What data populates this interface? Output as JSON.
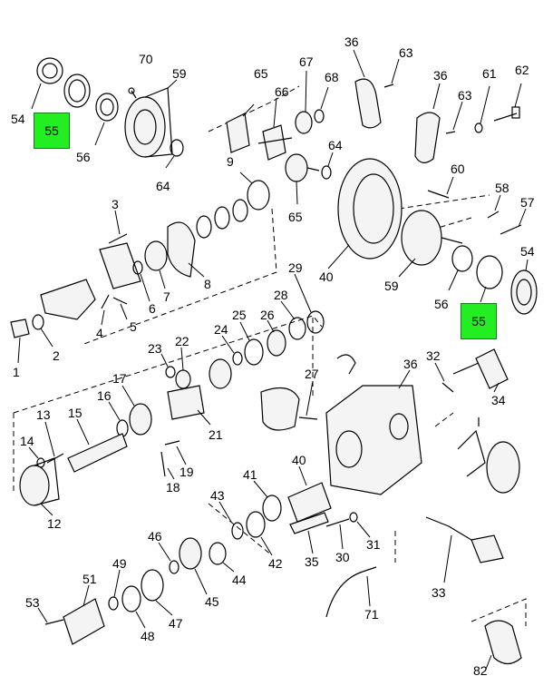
{
  "diagram": {
    "highlight_color": "#22ee22",
    "labels": [
      {
        "id": "l54a",
        "text": "54"
      },
      {
        "id": "l55a",
        "text": "55"
      },
      {
        "id": "l56a",
        "text": "56"
      },
      {
        "id": "l70",
        "text": "70"
      },
      {
        "id": "l59a",
        "text": "59"
      },
      {
        "id": "l64a",
        "text": "64"
      },
      {
        "id": "l65a",
        "text": "65"
      },
      {
        "id": "l66",
        "text": "66"
      },
      {
        "id": "l67",
        "text": "67"
      },
      {
        "id": "l68",
        "text": "68"
      },
      {
        "id": "l36a",
        "text": "36"
      },
      {
        "id": "l63a",
        "text": "63"
      },
      {
        "id": "l36b",
        "text": "36"
      },
      {
        "id": "l61",
        "text": "61"
      },
      {
        "id": "l62",
        "text": "62"
      },
      {
        "id": "l63b",
        "text": "63"
      },
      {
        "id": "l9",
        "text": "9"
      },
      {
        "id": "l64b",
        "text": "64"
      },
      {
        "id": "l65b",
        "text": "65"
      },
      {
        "id": "l60",
        "text": "60"
      },
      {
        "id": "l58",
        "text": "58"
      },
      {
        "id": "l57",
        "text": "57"
      },
      {
        "id": "l3",
        "text": "3"
      },
      {
        "id": "l7",
        "text": "7"
      },
      {
        "id": "l8",
        "text": "8"
      },
      {
        "id": "l6",
        "text": "6"
      },
      {
        "id": "l5",
        "text": "5"
      },
      {
        "id": "l4",
        "text": "4"
      },
      {
        "id": "l1",
        "text": "1"
      },
      {
        "id": "l2",
        "text": "2"
      },
      {
        "id": "l40a",
        "text": "40"
      },
      {
        "id": "l59b",
        "text": "59"
      },
      {
        "id": "l56b",
        "text": "56"
      },
      {
        "id": "l54b",
        "text": "54"
      },
      {
        "id": "l55b",
        "text": "55"
      },
      {
        "id": "l29",
        "text": "29"
      },
      {
        "id": "l28",
        "text": "28"
      },
      {
        "id": "l25",
        "text": "25"
      },
      {
        "id": "l26",
        "text": "26"
      },
      {
        "id": "l24",
        "text": "24"
      },
      {
        "id": "l23",
        "text": "23"
      },
      {
        "id": "l22",
        "text": "22"
      },
      {
        "id": "l17",
        "text": "17"
      },
      {
        "id": "l16",
        "text": "16"
      },
      {
        "id": "l21",
        "text": "21"
      },
      {
        "id": "l27",
        "text": "27"
      },
      {
        "id": "l36c",
        "text": "36"
      },
      {
        "id": "l32",
        "text": "32"
      },
      {
        "id": "l34",
        "text": "34"
      },
      {
        "id": "l13",
        "text": "13"
      },
      {
        "id": "l15",
        "text": "15"
      },
      {
        "id": "l14",
        "text": "14"
      },
      {
        "id": "l19",
        "text": "19"
      },
      {
        "id": "l18",
        "text": "18"
      },
      {
        "id": "l12",
        "text": "12"
      },
      {
        "id": "l41",
        "text": "41"
      },
      {
        "id": "l40b",
        "text": "40"
      },
      {
        "id": "l43",
        "text": "43"
      },
      {
        "id": "l42",
        "text": "42"
      },
      {
        "id": "l35",
        "text": "35"
      },
      {
        "id": "l30",
        "text": "30"
      },
      {
        "id": "l31",
        "text": "31"
      },
      {
        "id": "l46",
        "text": "46"
      },
      {
        "id": "l49",
        "text": "49"
      },
      {
        "id": "l44",
        "text": "44"
      },
      {
        "id": "l51",
        "text": "51"
      },
      {
        "id": "l45",
        "text": "45"
      },
      {
        "id": "l47",
        "text": "47"
      },
      {
        "id": "l53",
        "text": "53"
      },
      {
        "id": "l48",
        "text": "48"
      },
      {
        "id": "l33",
        "text": "33"
      },
      {
        "id": "l71",
        "text": "71"
      },
      {
        "id": "l82",
        "text": "82"
      }
    ]
  }
}
